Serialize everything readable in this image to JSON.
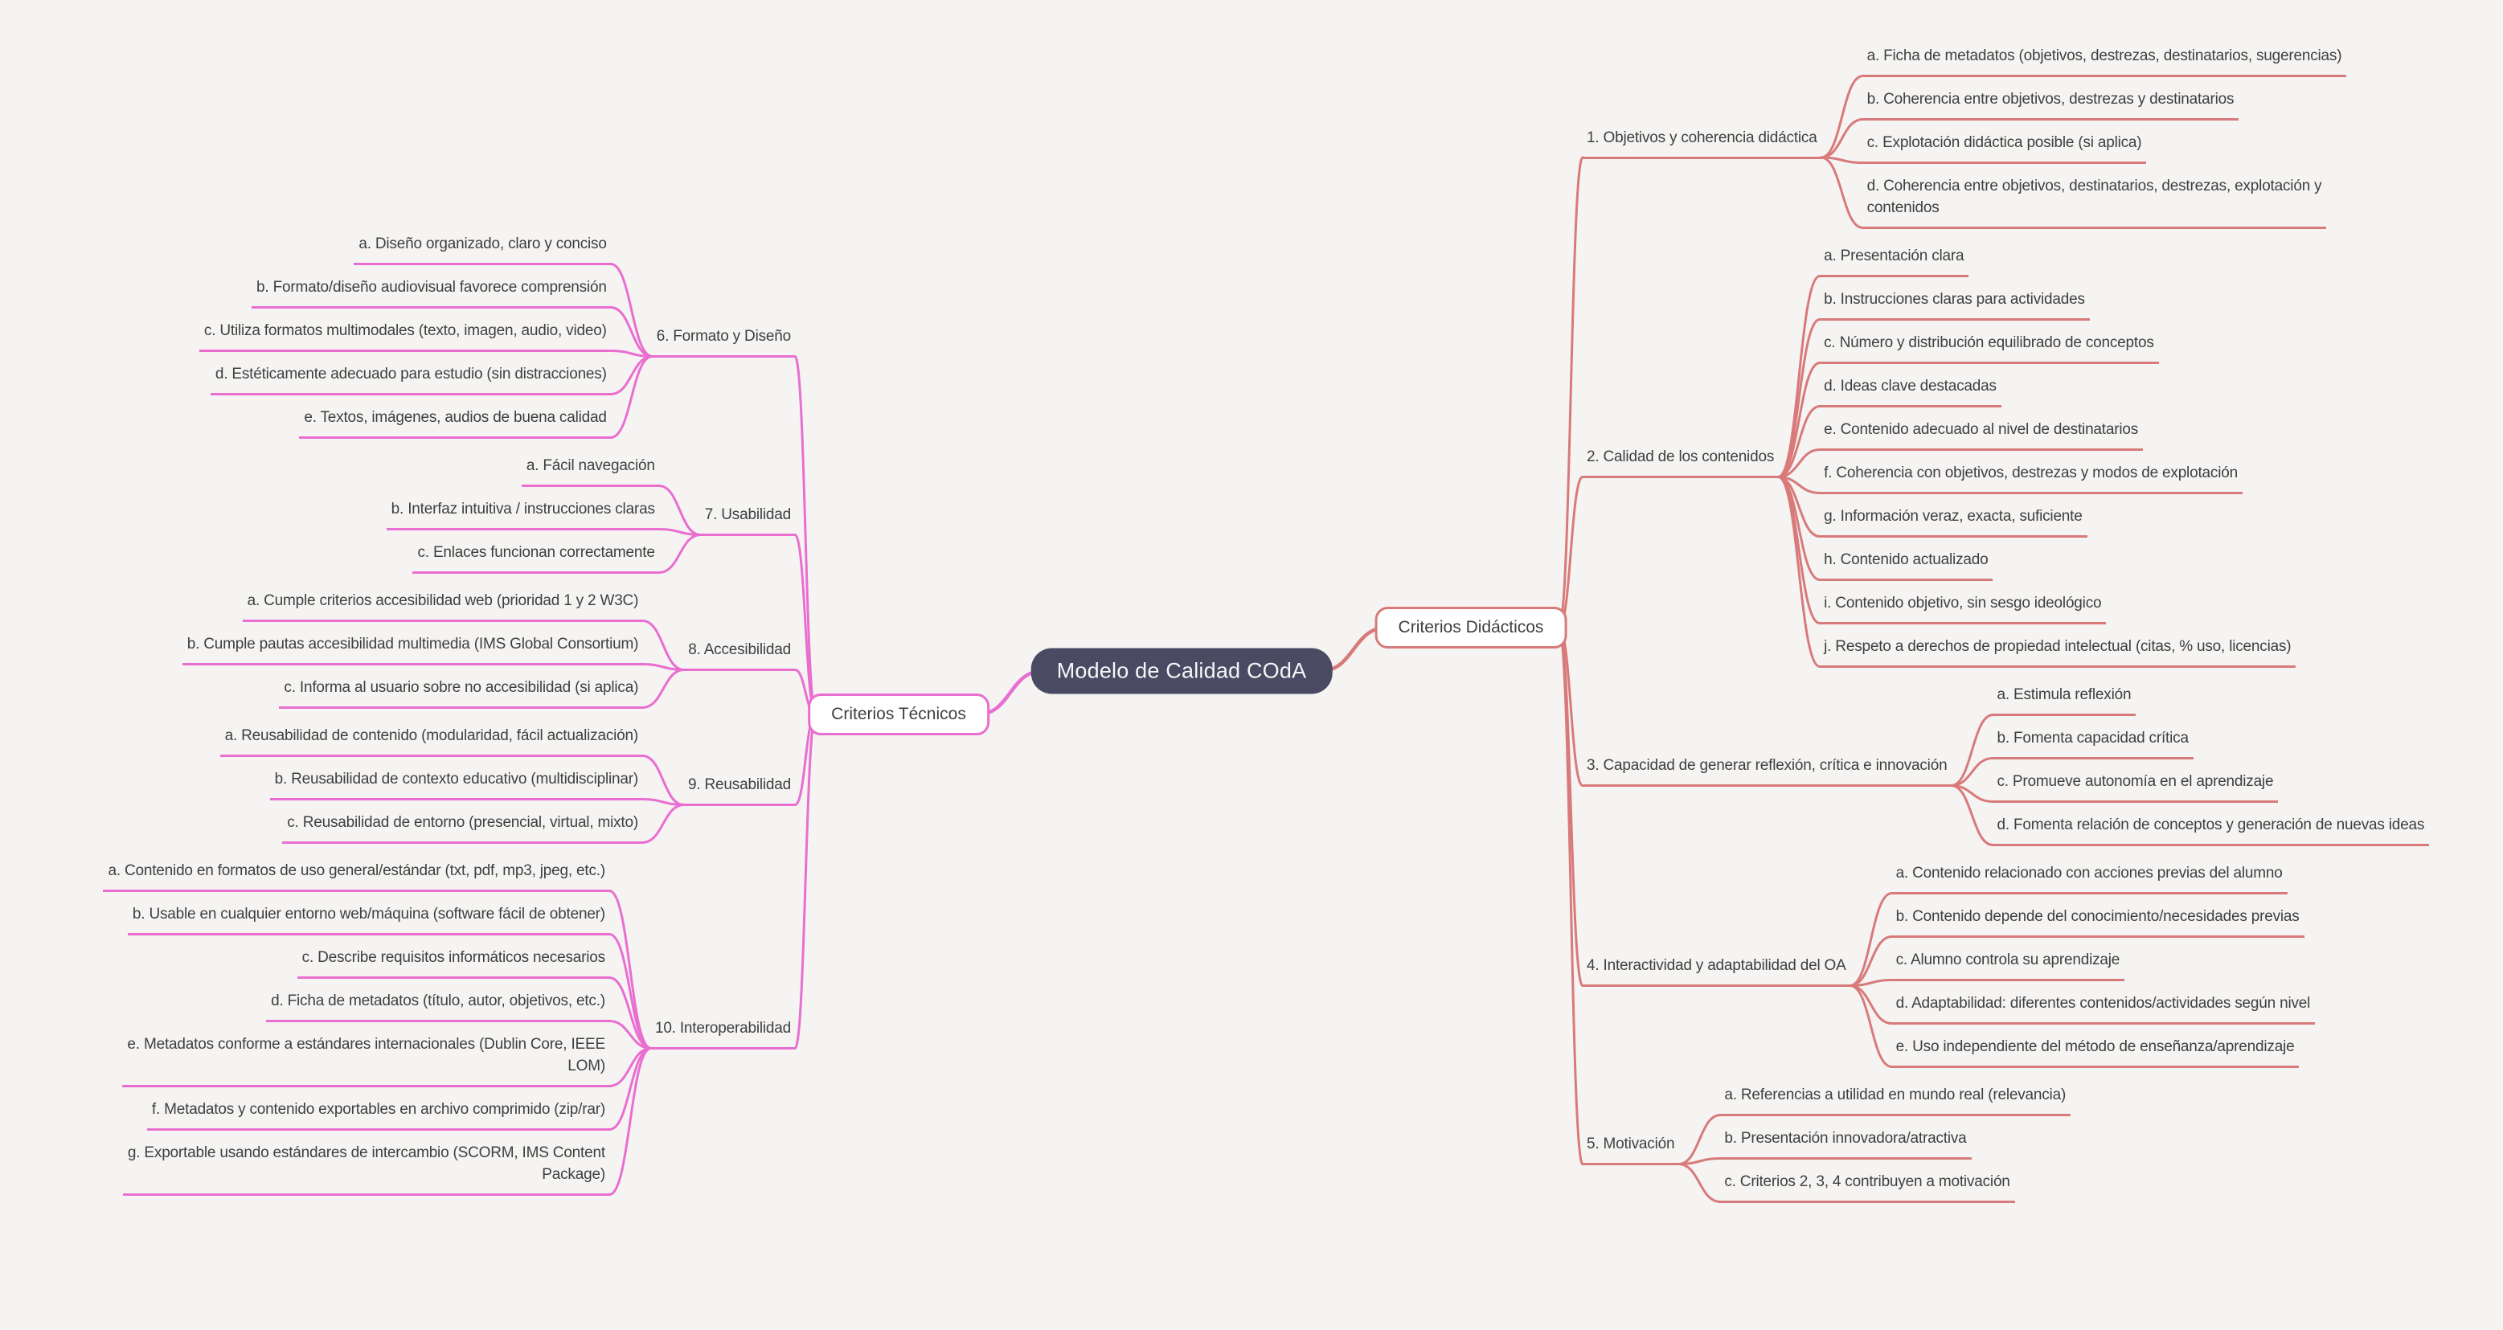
{
  "root_label": "Modelo de Calidad COdA",
  "colors": {
    "background": "#f5f4f3",
    "text": "#3f3f3f",
    "root_bg": "#4a4a63",
    "root_text": "#f6f6f8",
    "didacticos": "#d87a7a",
    "tecnicos": "#e96ed0",
    "node_bg": "#ffffff"
  },
  "branches": [
    {
      "id": "didacticos",
      "label": "Criterios Didácticos",
      "side": "right",
      "color": "#d87a7a",
      "groups": [
        {
          "label": "1. Objetivos y coherencia didáctica",
          "children": [
            "a. Ficha de metadatos (objetivos, destrezas, destinatarios, sugerencias)",
            "b. Coherencia entre objetivos, destrezas y destinatarios",
            "c. Explotación didáctica posible (si aplica)",
            "d. Coherencia entre objetivos, destinatarios, destrezas, explotación y\ncontenidos"
          ]
        },
        {
          "label": "2. Calidad de los contenidos",
          "children": [
            "a. Presentación clara",
            "b. Instrucciones claras para actividades",
            "c. Número y distribución equilibrado de conceptos",
            "d. Ideas clave destacadas",
            "e. Contenido adecuado al nivel de destinatarios",
            "f. Coherencia con objetivos, destrezas y modos de explotación",
            "g. Información veraz, exacta, suficiente",
            "h. Contenido actualizado",
            "i. Contenido objetivo, sin sesgo ideológico",
            "j. Respeto a derechos de propiedad intelectual (citas, % uso, licencias)"
          ]
        },
        {
          "label": "3. Capacidad de generar reflexión, crítica e innovación",
          "children": [
            "a. Estimula reflexión",
            "b. Fomenta capacidad crítica",
            "c. Promueve autonomía en el aprendizaje",
            "d. Fomenta relación de conceptos y generación de nuevas ideas"
          ]
        },
        {
          "label": "4. Interactividad y adaptabilidad del OA",
          "children": [
            "a. Contenido relacionado con acciones previas del alumno",
            "b. Contenido depende del conocimiento/necesidades previas",
            "c. Alumno controla su aprendizaje",
            "d. Adaptabilidad: diferentes contenidos/actividades según nivel",
            "e. Uso independiente del método de enseñanza/aprendizaje"
          ]
        },
        {
          "label": "5. Motivación",
          "children": [
            "a. Referencias a utilidad en mundo real (relevancia)",
            "b. Presentación innovadora/atractiva",
            "c. Criterios 2, 3, 4 contribuyen a motivación"
          ]
        }
      ]
    },
    {
      "id": "tecnicos",
      "label": "Criterios Técnicos",
      "side": "left",
      "color": "#e96ed0",
      "groups": [
        {
          "label": "6. Formato y Diseño",
          "children": [
            "a. Diseño organizado, claro y conciso",
            "b. Formato/diseño audiovisual favorece comprensión",
            "c. Utiliza formatos multimodales (texto, imagen, audio, video)",
            "d. Estéticamente adecuado para estudio (sin distracciones)",
            "e. Textos, imágenes, audios de buena calidad"
          ]
        },
        {
          "label": "7. Usabilidad",
          "children": [
            "a. Fácil navegación",
            "b. Interfaz intuitiva / instrucciones claras",
            "c. Enlaces funcionan correctamente"
          ]
        },
        {
          "label": "8. Accesibilidad",
          "children": [
            "a. Cumple criterios accesibilidad web (prioridad 1 y 2 W3C)",
            "b. Cumple pautas accesibilidad multimedia (IMS Global Consortium)",
            "c. Informa al usuario sobre no accesibilidad (si aplica)"
          ]
        },
        {
          "label": "9. Reusabilidad",
          "children": [
            "a. Reusabilidad de contenido (modularidad, fácil actualización)",
            "b. Reusabilidad de contexto educativo (multidisciplinar)",
            "c. Reusabilidad de entorno (presencial, virtual, mixto)"
          ]
        },
        {
          "label": "10. Interoperabilidad",
          "children": [
            "a. Contenido en formatos de uso general/estándar (txt, pdf, mp3, jpeg, etc.)",
            "b. Usable en cualquier entorno web/máquina (software fácil de obtener)",
            "c. Describe requisitos informáticos necesarios",
            "d. Ficha de metadatos (título, autor, objetivos, etc.)",
            "e. Metadatos conforme a estándares internacionales (Dublin Core, IEEE\nLOM)",
            "f. Metadatos y contenido exportables en archivo comprimido (zip/rar)",
            "g. Exportable usando estándares de intercambio (SCORM, IMS Content\nPackage)"
          ]
        }
      ]
    }
  ]
}
